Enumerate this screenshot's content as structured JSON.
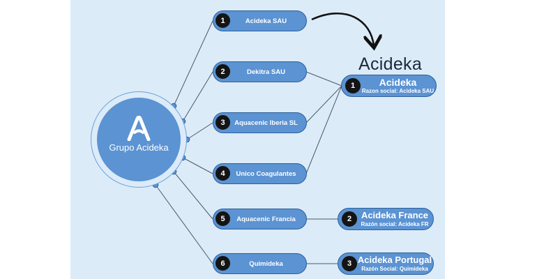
{
  "group": {
    "name": "Grupo Acideka"
  },
  "brand_wordmark": "Acideka",
  "subsidiaries": [
    {
      "num": "1",
      "name": "Acideka SAU"
    },
    {
      "num": "2",
      "name": "Dekitra SAU"
    },
    {
      "num": "3",
      "name": "Aquacenic Iberia SL"
    },
    {
      "num": "4",
      "name": "Unico Coagulantes"
    },
    {
      "num": "5",
      "name": "Aquacenic Francia"
    },
    {
      "num": "6",
      "name": "Quimideka"
    }
  ],
  "targets": [
    {
      "num": "1",
      "name": "Acideka",
      "razon": "Razon social: Acideka SAU"
    },
    {
      "num": "2",
      "name": "Acideka France",
      "razon": "Razón social: Acideka FR"
    },
    {
      "num": "3",
      "name": "Acideka Portugal",
      "razon": "Razón Social: Quimideka"
    }
  ],
  "colors": {
    "panel": "#dcebf8",
    "pill": "#5b93d3",
    "pill_border": "#2d5f99",
    "number_badge": "#141414",
    "text": "#ffffff"
  }
}
